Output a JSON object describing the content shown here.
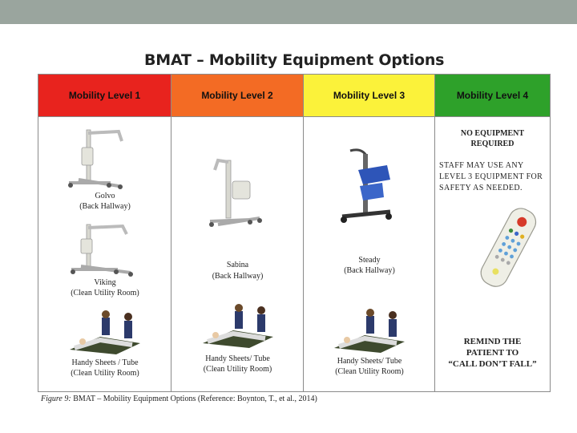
{
  "title": "BMAT – Mobility Equipment Options",
  "colors": {
    "level1": "#e8231e",
    "level2": "#f36b24",
    "level3": "#fbf23a",
    "level4": "#2ea12a",
    "topbar": "#9aa59e"
  },
  "headers": [
    "Mobility Level 1",
    "Mobility Level 2",
    "Mobility Level 3",
    "Mobility Level 4"
  ],
  "level1": {
    "item1": {
      "name": "Golvo",
      "location": "(Back Hallway)"
    },
    "item2": {
      "name": "Viking",
      "location": "(Clean Utility Room)"
    },
    "item3": {
      "name": "Handy Sheets / Tube",
      "location": "(Clean Utility Room)"
    }
  },
  "level2": {
    "item1": {
      "name": "Sabina",
      "location": "(Back Hallway)"
    },
    "item2": {
      "name": "Handy Sheets/ Tube",
      "location": "(Clean Utility Room)"
    }
  },
  "level3": {
    "item1": {
      "name": "Steady",
      "location": "(Back Hallway)"
    },
    "item2": {
      "name": "Handy Sheets/ Tube",
      "location": "(Clean Utility Room)"
    }
  },
  "level4": {
    "no_equipment_1": "NO EQUIPMENT",
    "no_equipment_2": "REQUIRED",
    "staff_1": "STAFF MAY USE ANY",
    "staff_2": "LEVEL 3 EQUIPMENT FOR",
    "staff_3": "SAFETY AS NEEDED.",
    "remind_1": "REMIND THE",
    "remind_2": "PATIENT TO",
    "remind_3": "“CALL DON’T FALL”"
  },
  "caption": {
    "figure": "Figure 9:",
    "text": " BMAT – Mobility Equipment Options (Reference: Boynton, T., et al., 2014)"
  }
}
